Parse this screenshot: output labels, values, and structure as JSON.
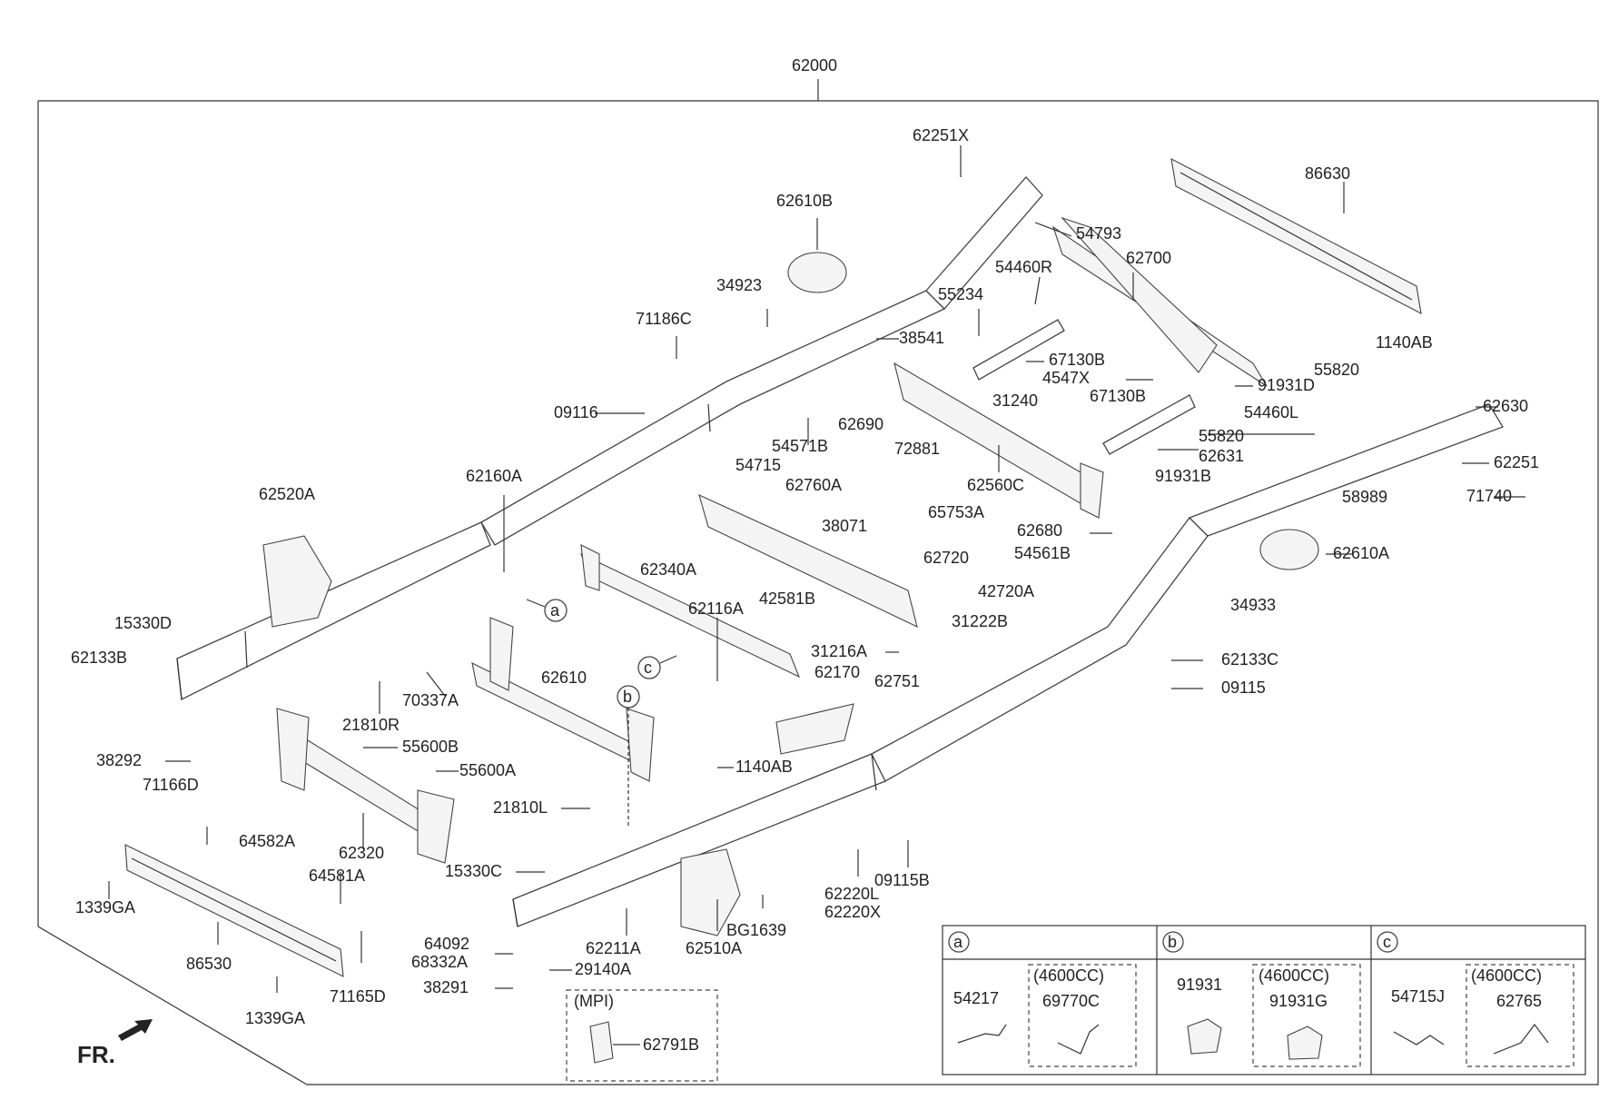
{
  "diagram": {
    "top_label": "62000",
    "front_indicator": "FR.",
    "labels": [
      "62251X",
      "62610B",
      "86630",
      "54793",
      "62700",
      "54460R",
      "55234",
      "34923",
      "71186C",
      "38541",
      "67130B",
      "4547X",
      "91931D",
      "1140AB",
      "55820",
      "09116",
      "31240",
      "67130B",
      "54460L",
      "62630",
      "54571B",
      "62690",
      "55820",
      "62631",
      "62251",
      "72881",
      "62560C",
      "91931B",
      "65753A",
      "71740",
      "62160A",
      "54715",
      "62760A",
      "62520A",
      "38071",
      "62680",
      "58989",
      "54561B",
      "62610A",
      "62720",
      "62340A",
      "42720A",
      "42581B",
      "34933",
      "15330D",
      "62116A",
      "31222B",
      "62133B",
      "31216A",
      "62133C",
      "62610",
      "62170",
      "62751",
      "09115",
      "70337A",
      "21810R",
      "1140AB",
      "38292",
      "55600B",
      "55600A",
      "71166D",
      "21810L",
      "64582A",
      "62320",
      "15330C",
      "64581A",
      "62220L",
      "62220X",
      "09115B",
      "1339GA",
      "BG1639",
      "62211A",
      "62510A",
      "64092",
      "68332A",
      "29140A",
      "86530",
      "71165D",
      "38291",
      "1339GA",
      "62791B"
    ],
    "callouts": [
      "a",
      "c",
      "b"
    ],
    "mpi_box": {
      "title": "(MPI)",
      "part": "62791B"
    },
    "legend": [
      {
        "key": "a",
        "std_part": "54217",
        "variant_label": "(4600CC)",
        "variant_part": "69770C"
      },
      {
        "key": "b",
        "std_part": "91931",
        "variant_label": "(4600CC)",
        "variant_part": "91931G"
      },
      {
        "key": "c",
        "std_part": "54715J",
        "variant_label": "(4600CC)",
        "variant_part": "62765"
      }
    ]
  }
}
